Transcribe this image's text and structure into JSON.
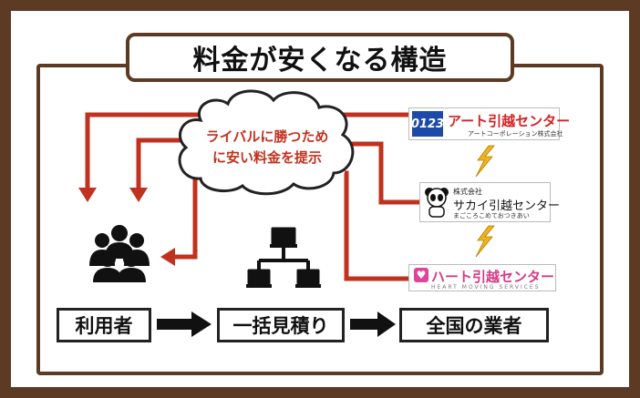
{
  "title": "料金が安くなる構造",
  "cloud": {
    "line1": "ライバルに勝つため",
    "line2": "に安い料金を提示"
  },
  "companies": [
    {
      "logo": "0123",
      "name": "アート引越センター",
      "sub": "アートコーポレーション株式会社"
    },
    {
      "top": "株式会社",
      "name": "サカイ引越センター",
      "sub": "まごころこめておつきあい"
    },
    {
      "name": "ハート引越センター",
      "sub": "HEART MOVING SERVICES"
    }
  ],
  "stages": [
    "利用者",
    "一括見積り",
    "全国の業者"
  ],
  "colors": {
    "frame": "#5c3a24",
    "arrow": "#c1311f",
    "lightning": "#f2b21b"
  },
  "icons": [
    "users-icon",
    "network-icon",
    "lightning-icon",
    "panda-icon",
    "heart-icon"
  ]
}
